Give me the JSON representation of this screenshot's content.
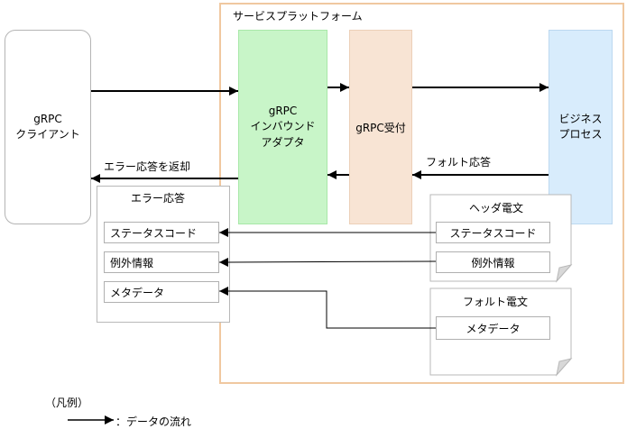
{
  "platform": {
    "label": "サービスプラットフォーム"
  },
  "client": {
    "line1": "gRPC",
    "line2": "クライアント"
  },
  "adapter": {
    "line1": "gRPC",
    "line2": "インバウンド",
    "line3": "アダプタ"
  },
  "receiver": {
    "label": "gRPC受付"
  },
  "business": {
    "line1": "ビジネス",
    "line2": "プロセス"
  },
  "error_response": {
    "title": "エラー応答",
    "fields": [
      "ステータスコード",
      "例外情報",
      "メタデータ"
    ]
  },
  "header_message": {
    "title": "ヘッダ電文",
    "fields": [
      "ステータスコード",
      "例外情報"
    ]
  },
  "fault_message": {
    "title": "フォルト電文",
    "fields": [
      "メタデータ"
    ]
  },
  "labels": {
    "error_return": "エラー応答を返却",
    "fault_response": "フォルト応答"
  },
  "legend": {
    "title": "（凡例）",
    "flow": "：データの流れ"
  }
}
